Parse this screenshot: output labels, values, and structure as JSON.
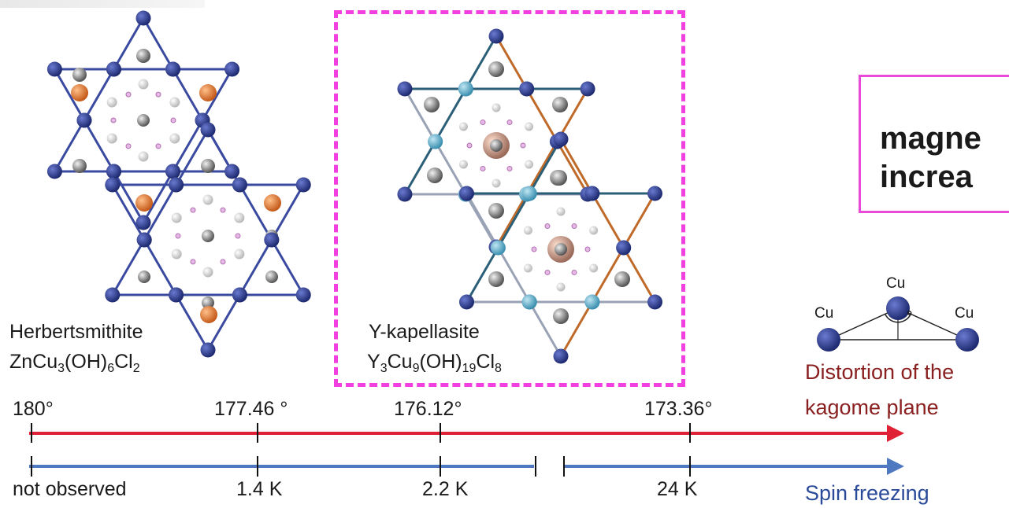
{
  "compounds": [
    {
      "name": "Herbertsmithite",
      "formula": [
        [
          "ZnCu",
          "3"
        ],
        [
          "(OH)",
          "6"
        ],
        [
          "Cl",
          "2"
        ]
      ]
    },
    {
      "name": "Y-kapellasite",
      "formula": [
        [
          "Y",
          "3"
        ],
        [
          "Cu",
          "9"
        ],
        [
          "(OH)",
          "19"
        ],
        [
          "Cl",
          "8"
        ]
      ]
    }
  ],
  "angle_scale": {
    "ticks": [
      "180°",
      "177.46 °",
      "176.12°",
      "173.36°"
    ],
    "label_line1": "Distortion of the",
    "label_line2": "kagome plane",
    "color": "#e02035"
  },
  "freezing_scale": {
    "ticks": [
      "not observed",
      "1.4 K",
      "2.2 K",
      "24 K"
    ],
    "label": "Spin freezing",
    "color": "#4e78c0"
  },
  "inset": {
    "atoms": [
      "Cu",
      "Cu",
      "Cu"
    ],
    "angle_mark": "°"
  },
  "note": {
    "line1": "magne",
    "line2": "increa"
  },
  "colors": {
    "highlight": "#f23fe0",
    "cu_dark": "#2a3a8a",
    "cu_light": "#5aa9c8",
    "bond_blue": "#3a4aa0",
    "bond_orange": "#c06a2a",
    "zn_orange": "#e07a3a",
    "label_red": "#8a2020"
  }
}
